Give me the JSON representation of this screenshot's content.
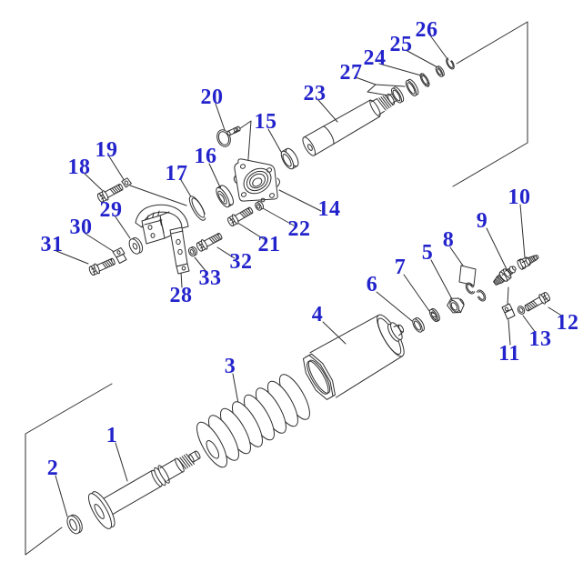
{
  "diagram_type": "exploded-parts-diagram",
  "colors": {
    "callout_number": "#2323cc",
    "line_art": "#2e2e2e",
    "background": "#ffffff"
  },
  "labels": [
    {
      "text": "1"
    },
    {
      "text": "2"
    },
    {
      "text": "3"
    },
    {
      "text": "4"
    },
    {
      "text": "5"
    },
    {
      "text": "6"
    },
    {
      "text": "7"
    },
    {
      "text": "8"
    },
    {
      "text": "9"
    },
    {
      "text": "10"
    },
    {
      "text": "11"
    },
    {
      "text": "12"
    },
    {
      "text": "13"
    },
    {
      "text": "14"
    },
    {
      "text": "15"
    },
    {
      "text": "16"
    },
    {
      "text": "17"
    },
    {
      "text": "18"
    },
    {
      "text": "19"
    },
    {
      "text": "20"
    },
    {
      "text": "21"
    },
    {
      "text": "22"
    },
    {
      "text": "23"
    },
    {
      "text": "24"
    },
    {
      "text": "25"
    },
    {
      "text": "26"
    },
    {
      "text": "27"
    },
    {
      "text": "28"
    },
    {
      "text": "29"
    },
    {
      "text": "30"
    },
    {
      "text": "31"
    },
    {
      "text": "32"
    },
    {
      "text": "33"
    }
  ]
}
